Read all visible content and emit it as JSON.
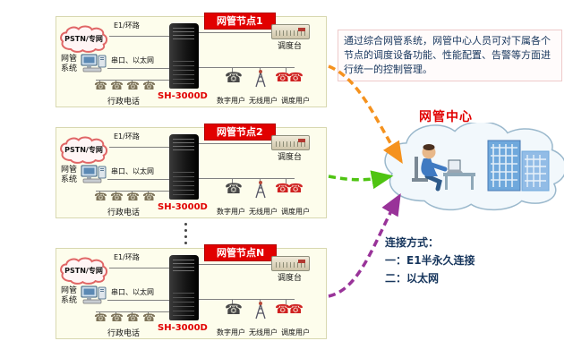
{
  "nodes": [
    {
      "title": "网管节点1",
      "pstn": "PSTN/专网",
      "e1_link": "E1/环路",
      "nms": "网管系统",
      "serial_link": "串口、以太网",
      "server_model": "SH-3000D",
      "admin_phones_label": "行政电话",
      "console_label": "调度台",
      "user_labels": [
        "数字用户",
        "无线用户",
        "调度用户"
      ]
    },
    {
      "title": "网管节点2",
      "pstn": "PSTN/专网",
      "e1_link": "E1/环路",
      "nms": "网管系统",
      "serial_link": "串口、以太网",
      "server_model": "SH-3000D",
      "admin_phones_label": "行政电话",
      "console_label": "调度台",
      "user_labels": [
        "数字用户",
        "无线用户",
        "调度用户"
      ]
    },
    {
      "title": "网管节点N",
      "pstn": "PSTN/专网",
      "e1_link": "E1/环路",
      "nms": "网管系统",
      "serial_link": "串口、以太网",
      "server_model": "SH-3000D",
      "admin_phones_label": "行政电话",
      "console_label": "调度台",
      "user_labels": [
        "数字用户",
        "无线用户",
        "调度用户"
      ]
    }
  ],
  "center": {
    "title": "网管中心",
    "description": "通过综合网管系统，网管中心人员可对下属各个节点的调度设备功能、性能配置、告警等方面进行统一的控制管理。",
    "connection_title": "连接方式：",
    "connection_items": [
      "一：E1半永久连接",
      "二：以太网"
    ]
  },
  "icons": {
    "phone": "☎",
    "dispatch_phones": "☎☎"
  },
  "colors": {
    "accent_red": "#e10000",
    "arrow_node1": "#f5921e",
    "arrow_node2": "#4fc412",
    "arrow_nodeN": "#993399"
  }
}
